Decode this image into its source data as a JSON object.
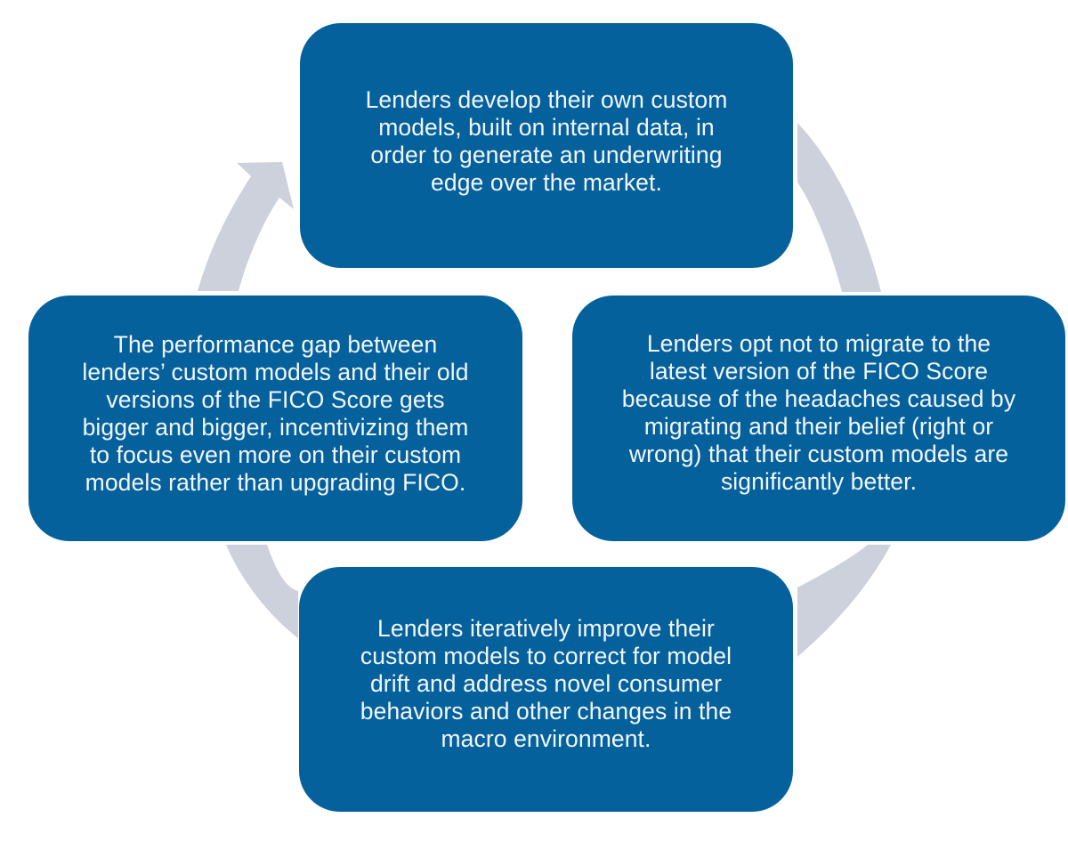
{
  "diagram": {
    "type": "cycle",
    "colors": {
      "box_fill": "#04619c",
      "box_text": "#f2f6fa",
      "arrow_ring": "#ccd1dc",
      "background": "#ffffff"
    },
    "steps": [
      {
        "id": "top",
        "lines": [
          "Lenders develop their own custom",
          "models, built on internal data, in",
          "order to generate an underwriting",
          "edge over the market."
        ]
      },
      {
        "id": "right",
        "lines": [
          "Lenders opt not to migrate to the",
          "latest version of the FICO Score",
          "because of the headaches caused by",
          "migrating and their belief (right or",
          "wrong) that their custom models are",
          "significantly better."
        ]
      },
      {
        "id": "bottom",
        "lines": [
          "Lenders iteratively improve their",
          "custom models to correct for model",
          "drift and address novel consumer",
          "behaviors and other changes in the",
          "macro environment."
        ]
      },
      {
        "id": "left",
        "lines": [
          "The performance gap between",
          "lenders’ custom models and their old",
          "versions of the FICO Score gets",
          "bigger and bigger, incentivizing them",
          "to focus even more on their custom",
          "models rather than upgrading FICO."
        ]
      }
    ],
    "flow_direction": "clockwise",
    "arrowhead_at": "top-left, pointing into top step"
  }
}
